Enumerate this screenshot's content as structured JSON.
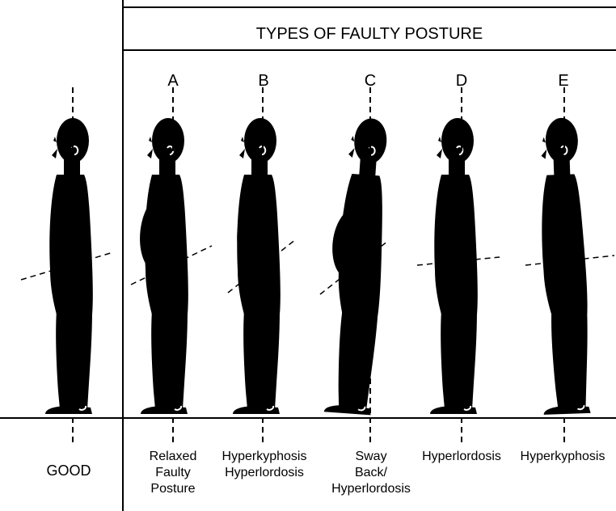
{
  "title": "TYPES OF FAULTY POSTURE",
  "columns": [
    {
      "letter": "",
      "caption": "GOOD"
    },
    {
      "letter": "A",
      "caption": "Relaxed\nFaulty\nPosture"
    },
    {
      "letter": "B",
      "caption": "Hyperkyphosis\nHyperlordosis"
    },
    {
      "letter": "C",
      "caption": "Sway\nBack/\nHyperlordosis"
    },
    {
      "letter": "D",
      "caption": "Hyperlordosis"
    },
    {
      "letter": "E",
      "caption": "Hyperkyphosis"
    }
  ],
  "colors": {
    "figure": "#000000",
    "line": "#000000",
    "background": "#ffffff"
  }
}
